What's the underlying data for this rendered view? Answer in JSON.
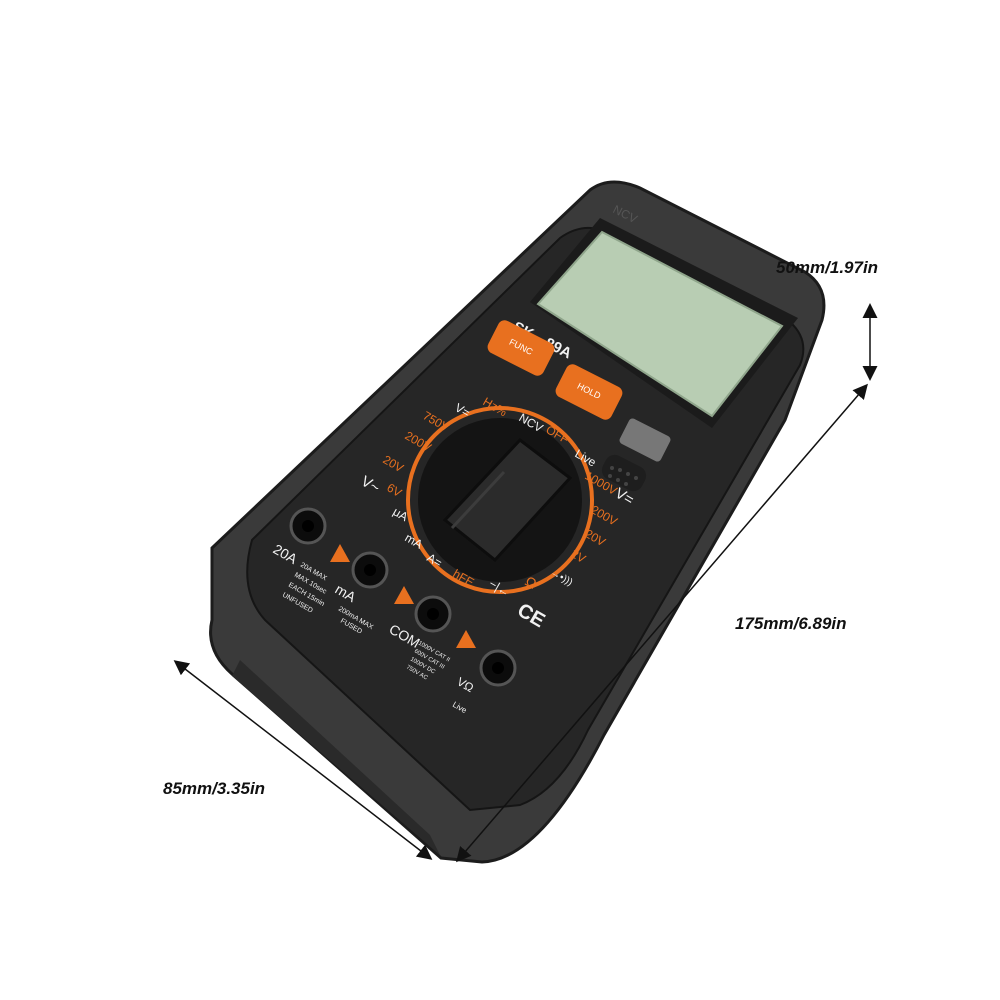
{
  "dimensions": {
    "height": "50mm/1.97in",
    "length": "175mm/6.89in",
    "width": "85mm/3.35in"
  },
  "device": {
    "model": "SK—89A",
    "side_mark": "NCV",
    "buttons": {
      "func": "FUNC",
      "hold": "HOLD"
    },
    "dial": {
      "left_labels": [
        "750V",
        "200V",
        "20V",
        "6V",
        "V~"
      ],
      "top_labels": [
        "V=",
        "Hz%",
        "NCV",
        "OFF",
        "Live"
      ],
      "right_labels": [
        "1000V",
        "V=",
        "200V",
        "20V",
        "2V"
      ],
      "bottom_labels": [
        "μA",
        "mA",
        "A=",
        "hFE",
        "−|←",
        "Ω",
        "→•)))"
      ]
    },
    "terminals": {
      "a20": "20A",
      "a20_note": [
        "20A MAX",
        "MAX 10sec",
        "EACH 15min",
        "UNFUSED"
      ],
      "ma": "mA",
      "ma_note": [
        "200mA MAX",
        "FUSED"
      ],
      "com": "COM",
      "com_note": [
        "1000V CAT II",
        "600V CAT III",
        "1000V DC",
        "750V AC"
      ],
      "vohm": "VΩ",
      "vohm_note": "Live"
    },
    "ce_mark": "CE"
  },
  "colors": {
    "body": "#3a3a3a",
    "bezel": "#222222",
    "lcd": "#b8cdb3",
    "accent": "#e8701f",
    "label": "#f2f2f2"
  }
}
